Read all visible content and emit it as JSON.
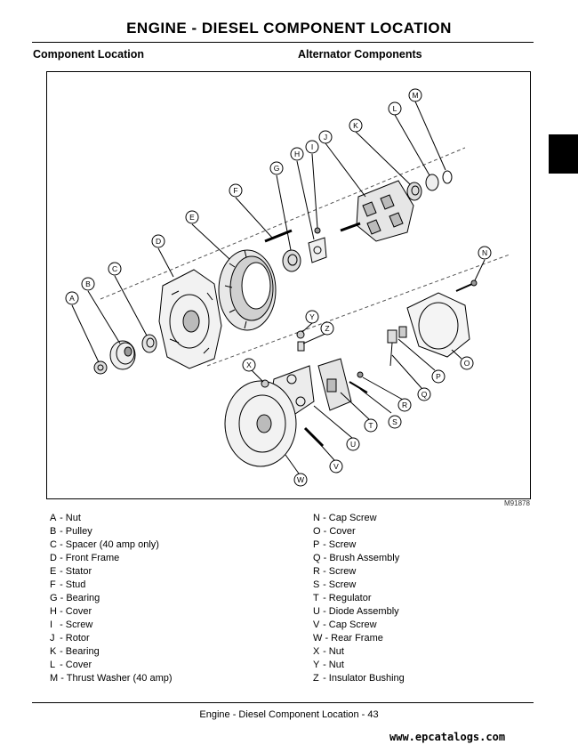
{
  "header": {
    "title": "ENGINE - DIESEL   COMPONENT LOCATION",
    "left_subtitle": "Component Location",
    "right_subtitle": "Alternator Components"
  },
  "figure": {
    "id": "M91878",
    "callouts": [
      "A",
      "B",
      "C",
      "D",
      "E",
      "F",
      "G",
      "H",
      "I",
      "J",
      "K",
      "L",
      "M",
      "N",
      "O",
      "P",
      "Q",
      "R",
      "S",
      "T",
      "U",
      "V",
      "W",
      "X",
      "Y",
      "Z"
    ]
  },
  "legend_left": [
    {
      "key": "A",
      "text": "- Nut"
    },
    {
      "key": "B",
      "text": "- Pulley"
    },
    {
      "key": "C",
      "text": "- Spacer (40 amp only)"
    },
    {
      "key": "D",
      "text": "- Front Frame"
    },
    {
      "key": "E",
      "text": "- Stator"
    },
    {
      "key": "F",
      "text": "- Stud"
    },
    {
      "key": "G",
      "text": "- Bearing"
    },
    {
      "key": "H",
      "text": "- Cover"
    },
    {
      "key": "I",
      "text": " - Screw"
    },
    {
      "key": "J",
      "text": "- Rotor"
    },
    {
      "key": "K",
      "text": "- Bearing"
    },
    {
      "key": "L",
      "text": "- Cover"
    },
    {
      "key": "M",
      "text": "- Thrust Washer (40 amp)"
    }
  ],
  "legend_right": [
    {
      "key": "N",
      "text": "- Cap Screw"
    },
    {
      "key": "O",
      "text": "- Cover"
    },
    {
      "key": "P",
      "text": "- Screw"
    },
    {
      "key": "Q",
      "text": "- Brush Assembly"
    },
    {
      "key": "R",
      "text": "- Screw"
    },
    {
      "key": "S",
      "text": "- Screw"
    },
    {
      "key": "T",
      "text": "- Regulator"
    },
    {
      "key": "U",
      "text": "- Diode Assembly"
    },
    {
      "key": "V",
      "text": "- Cap Screw"
    },
    {
      "key": "W",
      "text": "- Rear Frame"
    },
    {
      "key": "X",
      "text": "- Nut"
    },
    {
      "key": "Y",
      "text": "- Nut"
    },
    {
      "key": "Z",
      "text": "- Insulator Bushing"
    }
  ],
  "footer": {
    "text": "Engine - Diesel  Component Location - 43",
    "watermark": "www.epcatalogs.com"
  }
}
